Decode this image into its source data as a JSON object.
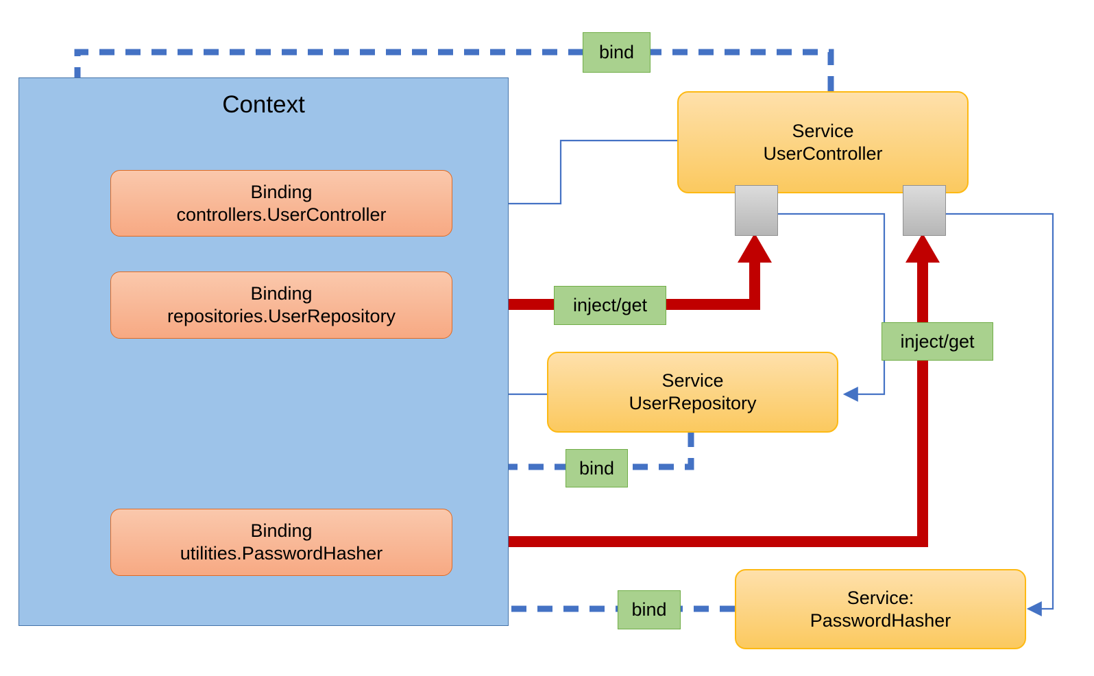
{
  "diagram": {
    "title": "Context",
    "colors": {
      "context_fill": "#9DC3E9",
      "context_border": "#4472A8",
      "binding_fill": "#F7A983",
      "binding_border": "#E06A22",
      "service_fill": "#FBC95F",
      "service_border": "#FDB913",
      "label_fill": "#A9D18E",
      "label_border": "#70AD47",
      "bind_edge": "#4472C4",
      "inject_edge": "#C00000",
      "thin_edge": "#4472C4",
      "connector_fill": "#C6C6C6"
    },
    "context": {
      "label": "Context",
      "bindings": [
        {
          "line1": "Binding",
          "line2": "controllers.UserController"
        },
        {
          "line1": "Binding",
          "line2": "repositories.UserRepository"
        },
        {
          "line1": "Binding",
          "line2": "utilities.PasswordHasher"
        }
      ]
    },
    "services": [
      {
        "line1": "Service",
        "line2": "UserController"
      },
      {
        "line1": "Service",
        "line2": "UserRepository"
      },
      {
        "line1": "Service:",
        "line2": "PasswordHasher"
      }
    ],
    "edge_labels": {
      "bind_controller": "bind",
      "bind_repository": "bind",
      "bind_hasher": "bind",
      "inject_repository": "inject/get",
      "inject_hasher": "inject/get"
    }
  }
}
